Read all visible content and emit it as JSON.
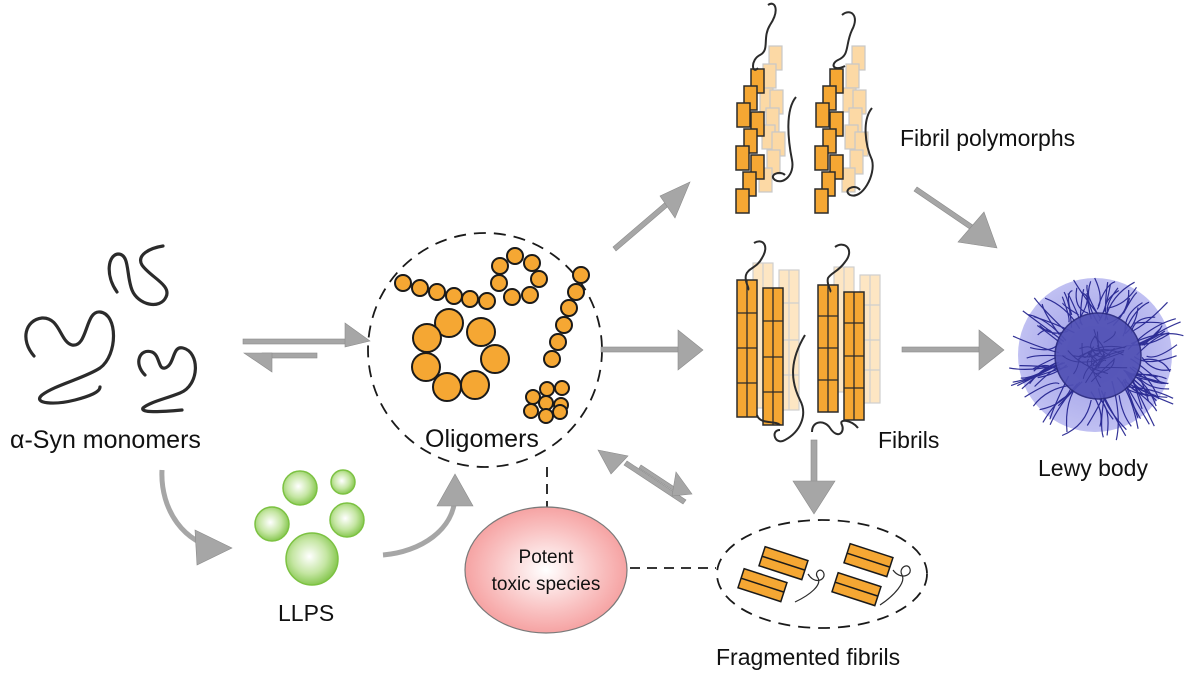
{
  "title": "alpha-Synuclein aggregation pathway",
  "colors": {
    "arrow": "#a6a6a6",
    "monomer_stroke": "#2b2b2b",
    "oligomer_fill": "#f5a733",
    "oligomer_stroke": "#1a1a1a",
    "fibril_fill": "#f5a733",
    "fibril_faded": "#fcd9a5",
    "llps_green": "#7cc242",
    "toxic_pink": "#f59a9a",
    "lewy_core": "#5050b4",
    "lewy_halo": "#b8b8f0",
    "lewy_fiber": "#1e1e8c",
    "dashed_line": "#1a1a1a"
  },
  "nodes": {
    "monomers": {
      "label": "α-Syn monomers"
    },
    "llps": {
      "label": "LLPS"
    },
    "oligomers": {
      "label": "Oligomers"
    },
    "fibril_polymorphs": {
      "label": "Fibril polymorphs"
    },
    "fibrils": {
      "label": "Fibrils"
    },
    "lewy_body": {
      "label": "Lewy body"
    },
    "toxic": {
      "label_line1": "Potent",
      "label_line2": "toxic species"
    },
    "fragmented": {
      "label": "Fragmented fibrils"
    }
  },
  "edges": [
    {
      "from": "monomers",
      "to": "oligomers",
      "type": "equilibrium"
    },
    {
      "from": "monomers",
      "to": "llps",
      "type": "curved"
    },
    {
      "from": "llps",
      "to": "oligomers",
      "type": "curved"
    },
    {
      "from": "oligomers",
      "to": "fibril_polymorphs",
      "type": "arrow"
    },
    {
      "from": "oligomers",
      "to": "fibrils",
      "type": "arrow"
    },
    {
      "from": "fibril_polymorphs",
      "to": "lewy_body",
      "type": "arrow"
    },
    {
      "from": "fibrils",
      "to": "lewy_body",
      "type": "arrow"
    },
    {
      "from": "fibrils",
      "to": "fragmented",
      "type": "arrow"
    },
    {
      "from": "fragmented",
      "to": "oligomers",
      "type": "equilibrium"
    },
    {
      "from": "oligomers",
      "to": "toxic",
      "type": "dashed"
    },
    {
      "from": "toxic",
      "to": "fragmented",
      "type": "dashed"
    }
  ]
}
